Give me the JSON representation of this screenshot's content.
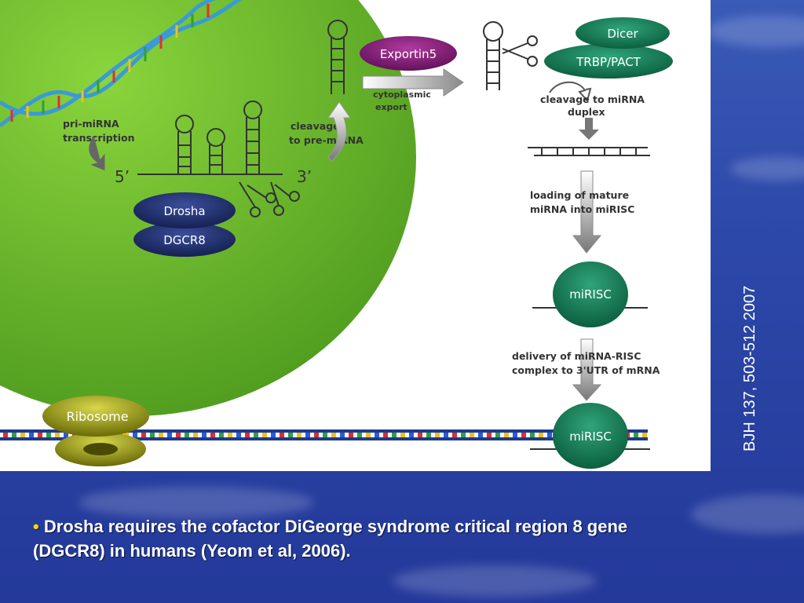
{
  "diagram": {
    "labels": {
      "pri_mirna_line1": "pri-miRNA",
      "pri_mirna_line2": "transcription",
      "five_prime": "5’",
      "three_prime": "3’",
      "cleavage_pre_line1": "cleavage",
      "cleavage_pre_line2": "to pre-miRNA",
      "cyto_line1": "cytoplasmic",
      "cyto_line2": "export",
      "cleavage_duplex_line1": "cleavage to miRNA",
      "cleavage_duplex_line2": "duplex",
      "loading_line1": "loading of mature",
      "loading_line2": "miRNA into miRISC",
      "delivery_line1": "delivery of miRNA-RISC",
      "delivery_line2": "complex to 3'UTR of mRNA"
    },
    "proteins": {
      "drosha": "Drosha",
      "dgcr8": "DGCR8",
      "exportin5": "Exportin5",
      "dicer": "Dicer",
      "trbp_pact": "TRBP/PACT",
      "mirisc_top": "miRISC",
      "mirisc_bottom": "miRISC",
      "ribosome": "Ribosome"
    },
    "colors": {
      "nucleus": "#6fbf2e",
      "drosha": "#1f2f6e",
      "exportin": "#8a1a7a",
      "dicer": "#0f7a52",
      "mirisc": "#1a8a6a",
      "ribosome": "#9a9a18"
    }
  },
  "citation": "BJH 137, 503-512   2007",
  "caption": {
    "bullet": "•",
    "text": "Drosha requires the cofactor DiGeorge syndrome critical region 8 gene (DGCR8) in humans (Yeom et al, 2006)."
  }
}
